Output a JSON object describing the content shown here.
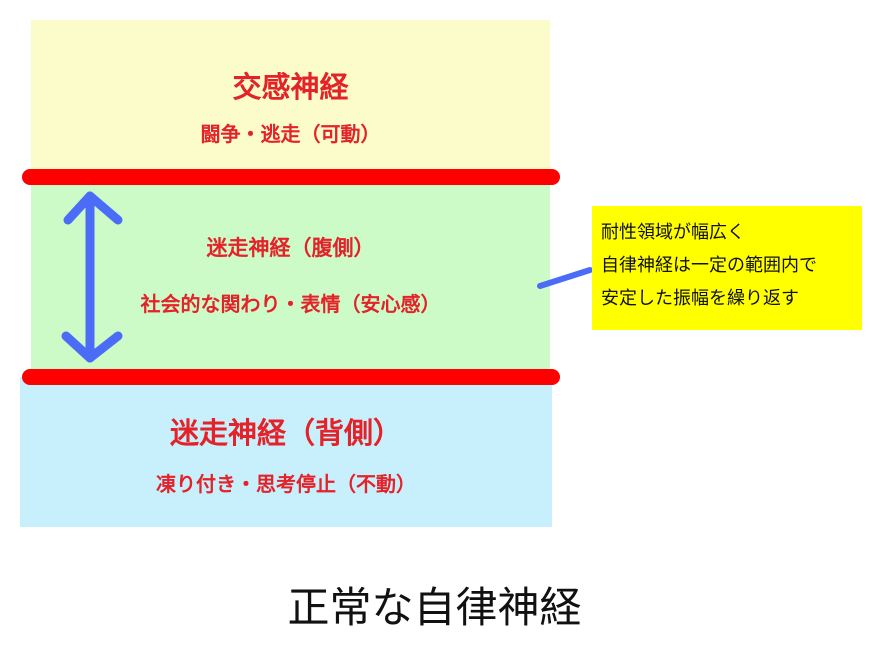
{
  "sympathetic": {
    "title": "交感神経",
    "subtitle": "闘争・逃走（可動）",
    "color": "#fbfcc9"
  },
  "ventral_vagal": {
    "title": "迷走神経（腹側）",
    "subtitle": "社会的な関わり・表情（安心感）",
    "color": "#ccfbc8"
  },
  "dorsal_vagal": {
    "title": "迷走神経（背側）",
    "subtitle": "凍り付き・思考停止（不動）",
    "color": "#c8f0fc"
  },
  "callout": {
    "lines": [
      "耐性領域が幅広く",
      "自律神経は一定の範囲内で",
      "安定した振幅を繰り返す"
    ],
    "color": "#ffff00"
  },
  "caption": "正常な自律神経",
  "colors": {
    "label_text": "#e32229",
    "threshold_line": "#ff0000",
    "arrow": "#4a6cf7"
  }
}
